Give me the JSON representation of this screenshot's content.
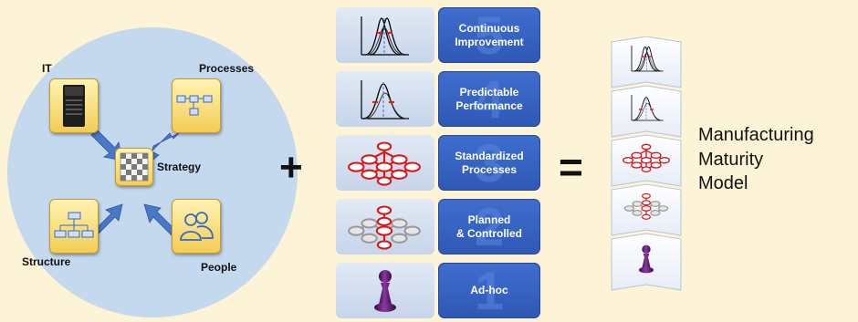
{
  "circle": {
    "labels": {
      "it": "IT",
      "processes": "Processes",
      "strategy": "Strategy",
      "structure": "Structure",
      "people": "People"
    }
  },
  "operators": {
    "plus": "+",
    "equals": "="
  },
  "levels": [
    {
      "number": "5",
      "label": "Continuous\nImprovement",
      "icon": "narrow-distribution-icon"
    },
    {
      "number": "4",
      "label": "Predictable\nPerformance",
      "icon": "distribution-curve-icon"
    },
    {
      "number": "3",
      "label": "Standardized\nProcesses",
      "icon": "red-process-network-icon"
    },
    {
      "number": "2",
      "label": "Planned\n& Controlled",
      "icon": "grey-process-network-icon"
    },
    {
      "number": "1",
      "label": "Ad-hoc",
      "icon": "pawn-icon"
    }
  ],
  "model": {
    "lines": [
      "Manufacturing",
      "Maturity",
      "Model"
    ]
  },
  "colors": {
    "background": "#fdf4d7",
    "circle": "#c4d8ee",
    "level_label": "#3563c4",
    "accent_red": "#e02020",
    "pawn": "#6a1f7a"
  }
}
